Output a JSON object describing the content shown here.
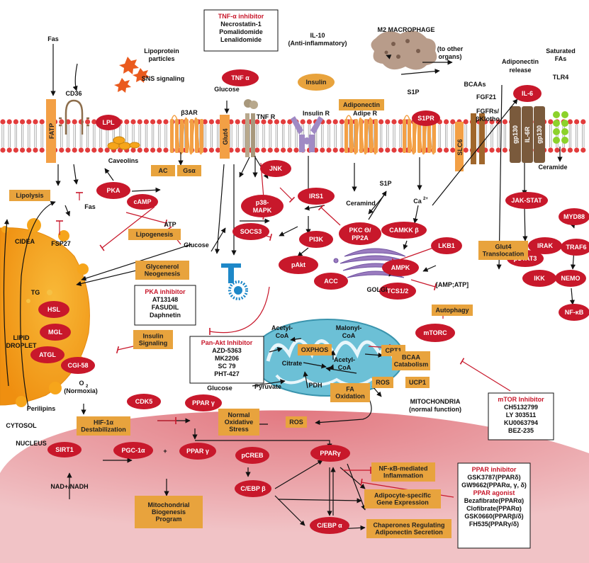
{
  "labels": {
    "fas_top": "Fas",
    "lipoprotein_1": "Lipoprotein",
    "lipoprotein_2": "particles",
    "cd36": "CD36",
    "sns": "SNS signaling",
    "b3ar": "β3AR",
    "glucose_top": "Glucose",
    "tnfr": "TNF R",
    "il10_1": "IL-10",
    "il10_2": "(Anti-inflammatory)",
    "m2": "M2 MACROPHAGE",
    "other_1": "(to other",
    "other_2": "organs)",
    "adipo_rel_1": "Adiponectin",
    "adipo_rel_2": "release",
    "sat_1": "Saturated",
    "sat_2": "FAs",
    "tlr4": "TLR4",
    "insulin_r": "Insulin R",
    "adipe_r": "Adipe R",
    "s1p_top": "S1P",
    "bcaas": "BCAAs",
    "fgf21": "FGF21",
    "fgfrs_1": "FGFRs/",
    "fgfrs_2": "βKlotho",
    "caveolins": "Caveolins",
    "atp": "ATP",
    "fas_mid": "Fas",
    "cidea": "CIDEA",
    "fsp27": "FSP27",
    "glucose_mid": "Glucose",
    "tg": "TG",
    "ceramind": "Ceramind",
    "s1p_mid": "S1P",
    "ca": "Ca",
    "ca_sup": "2+",
    "golgi": "GOLGI",
    "ceramide": "Ceramide",
    "amp_atp": "[AMP;ATP]",
    "lipid_1": "LIPID",
    "lipid_2": "DROPLET",
    "acetyl1_1": "Acetyl-",
    "acetyl1_2": "CoA",
    "malonyl_1": "Malonyl-",
    "malonyl_2": "CoA",
    "citrate": "Citrate",
    "acetyl2_1": "Acetyl-",
    "acetyl2_2": "CoA",
    "pdh": "PDH",
    "glucose_low": "Glucose",
    "pyruvate": "Pyruvate",
    "mito_1": "MITOCHONDRIA",
    "mito_2": "(normal function)",
    "o2_1": "O",
    "o2_2": "(Normoxia)",
    "perilipins": "Perilipins",
    "cytosol": "CYTOSOL",
    "nucleus": "NUCLEUS",
    "nad": "NAD+/NADH",
    "plus": "+"
  },
  "ovals": {
    "tnfa": "TNF α",
    "lpl": "LPL",
    "insulin": "Insulin",
    "il6": "IL-6",
    "s1pr": "S1PR",
    "camp": "cAMP",
    "pka": "PKA",
    "jnk": "JNK",
    "p38_1": "p38-",
    "p38_2": "MAPK",
    "irs1": "IRS1",
    "socs3": "SOCS3",
    "pi3k": "PI3K",
    "pakt": "pAkt",
    "pkc_1": "PKC Θ/",
    "pkc_2": "PP2A",
    "camkk": "CAMKK β",
    "ampk": "AMPK",
    "lkb1": "LKB1",
    "acc": "ACC",
    "tcs": "TCS1/2",
    "mtorc": "mTORC",
    "jakstat": "JAK-STAT",
    "pstat3": "pSTAT3",
    "myd88": "MYD88",
    "irak": "IRAK",
    "traf6": "TRAF6",
    "ikk": "IKK",
    "nemo": "NEMO",
    "nfkb": "NF-κB",
    "hsl": "HSL",
    "mgl": "MGL",
    "atgl": "ATGL",
    "cgi": "CGI-58",
    "cdk5": "CDK5",
    "pparg_cyt": "PPAR γ",
    "sirt1": "SIRT1",
    "pgc": "PGC-1α",
    "pparg_nuc": "PPAR γ",
    "pcreb": "pCREB",
    "cebpb": "C/EBP β",
    "ppary": "PPARγ",
    "cebpa": "C/EBP α"
  },
  "boxes": {
    "adiponectin": "Adiponectin",
    "fatp": "FATP",
    "glut4": "Glut4",
    "slc6": "SLC6",
    "ac": "AC",
    "gsa": "Gsα",
    "lipolysis": "Lipolysis",
    "lipogenesis": "Lipogenesis",
    "glyc_1": "Glycenerol",
    "glyc_2": "Neogenesis",
    "glut4trans_1": "Glut4",
    "glut4trans_2": "Translocation",
    "autophagy": "Autophagy",
    "insig_1": "Insulin",
    "insig_2": "Signaling",
    "oxphos": "OXPHOS",
    "cpt1": "CPT1",
    "bcaa_1": "BCAA",
    "bcaa_2": "Catabolism",
    "fa_1": "FA",
    "fa_2": "Oxidation",
    "ros_mito": "ROS",
    "ucp1": "UCP1",
    "ros": "ROS",
    "hif_1": "HIF-1α",
    "hif_2": "Destabilization",
    "nos_1": "Normal",
    "nos_2": "Oxidative",
    "nos_3": "Stress",
    "nfkb_inf_1": "NF-κB-mediated",
    "nfkb_inf_2": "Inflammation",
    "adipocyte_1": "Adipocyte-specific",
    "adipocyte_2": "Gene Expression",
    "chap_1": "Chaperones Regulating",
    "chap_2": "Adiponectin Secretion",
    "mito_bio_1": "Mitochondrial",
    "mito_bio_2": "Biogenesis",
    "mito_bio_3": "Program",
    "gp130a": "gp130",
    "il6r": "IL-6R",
    "gp130b": "gp130"
  },
  "inhibitor_boxes": {
    "tnf": {
      "title": "TNF-α inhibitor",
      "items": [
        "Necrostatin-1",
        "Pomalidomide",
        "Lenalidomide"
      ]
    },
    "pka": {
      "title": "PKA inhibitor",
      "items": [
        "AT13148",
        "FASUDIL",
        "Daphnetin"
      ]
    },
    "akt": {
      "title": "Pan-Akt Inhibitor",
      "items": [
        "AZD-5363",
        "MK2206",
        "SC 79",
        "PHT-427"
      ]
    },
    "mtor": {
      "title": "mTOR Inhibitor",
      "items": [
        "CH5132799",
        "LY 303511",
        "KU0063794",
        "BEZ-235"
      ]
    },
    "ppar": {
      "title": "PPAR inhibitor",
      "items": [
        "GSK3787(PPARδ)",
        "GW9662(PPARα, γ, δ)"
      ],
      "title2": "PPAR agonist",
      "items2": [
        "Bezafibrate(PPARα)",
        "Clofibrate(PPARα)",
        "GSK0660(PPARβ/δ)",
        "FH535(PPARγ/δ)"
      ]
    }
  },
  "colors": {
    "oval": "#c8182b",
    "box": "#e8a33d",
    "box_text": "#222222",
    "membrane_head": "#e23c3c",
    "receptor": "#f3a045",
    "nucleus": "#e08a90",
    "mito": "#6cc0d6",
    "lipid_droplet": "#f6a51b",
    "inhibitor_title": "#c8182b",
    "arrow": "#111111",
    "inhibit_line": "#c8182b"
  },
  "icons": [
    "lipoprotein-particle-icon",
    "macrophage-icon",
    "golgi-icon",
    "glut4-channel-icon",
    "insulin-receptor-icon",
    "tlr4-cluster-icon"
  ]
}
